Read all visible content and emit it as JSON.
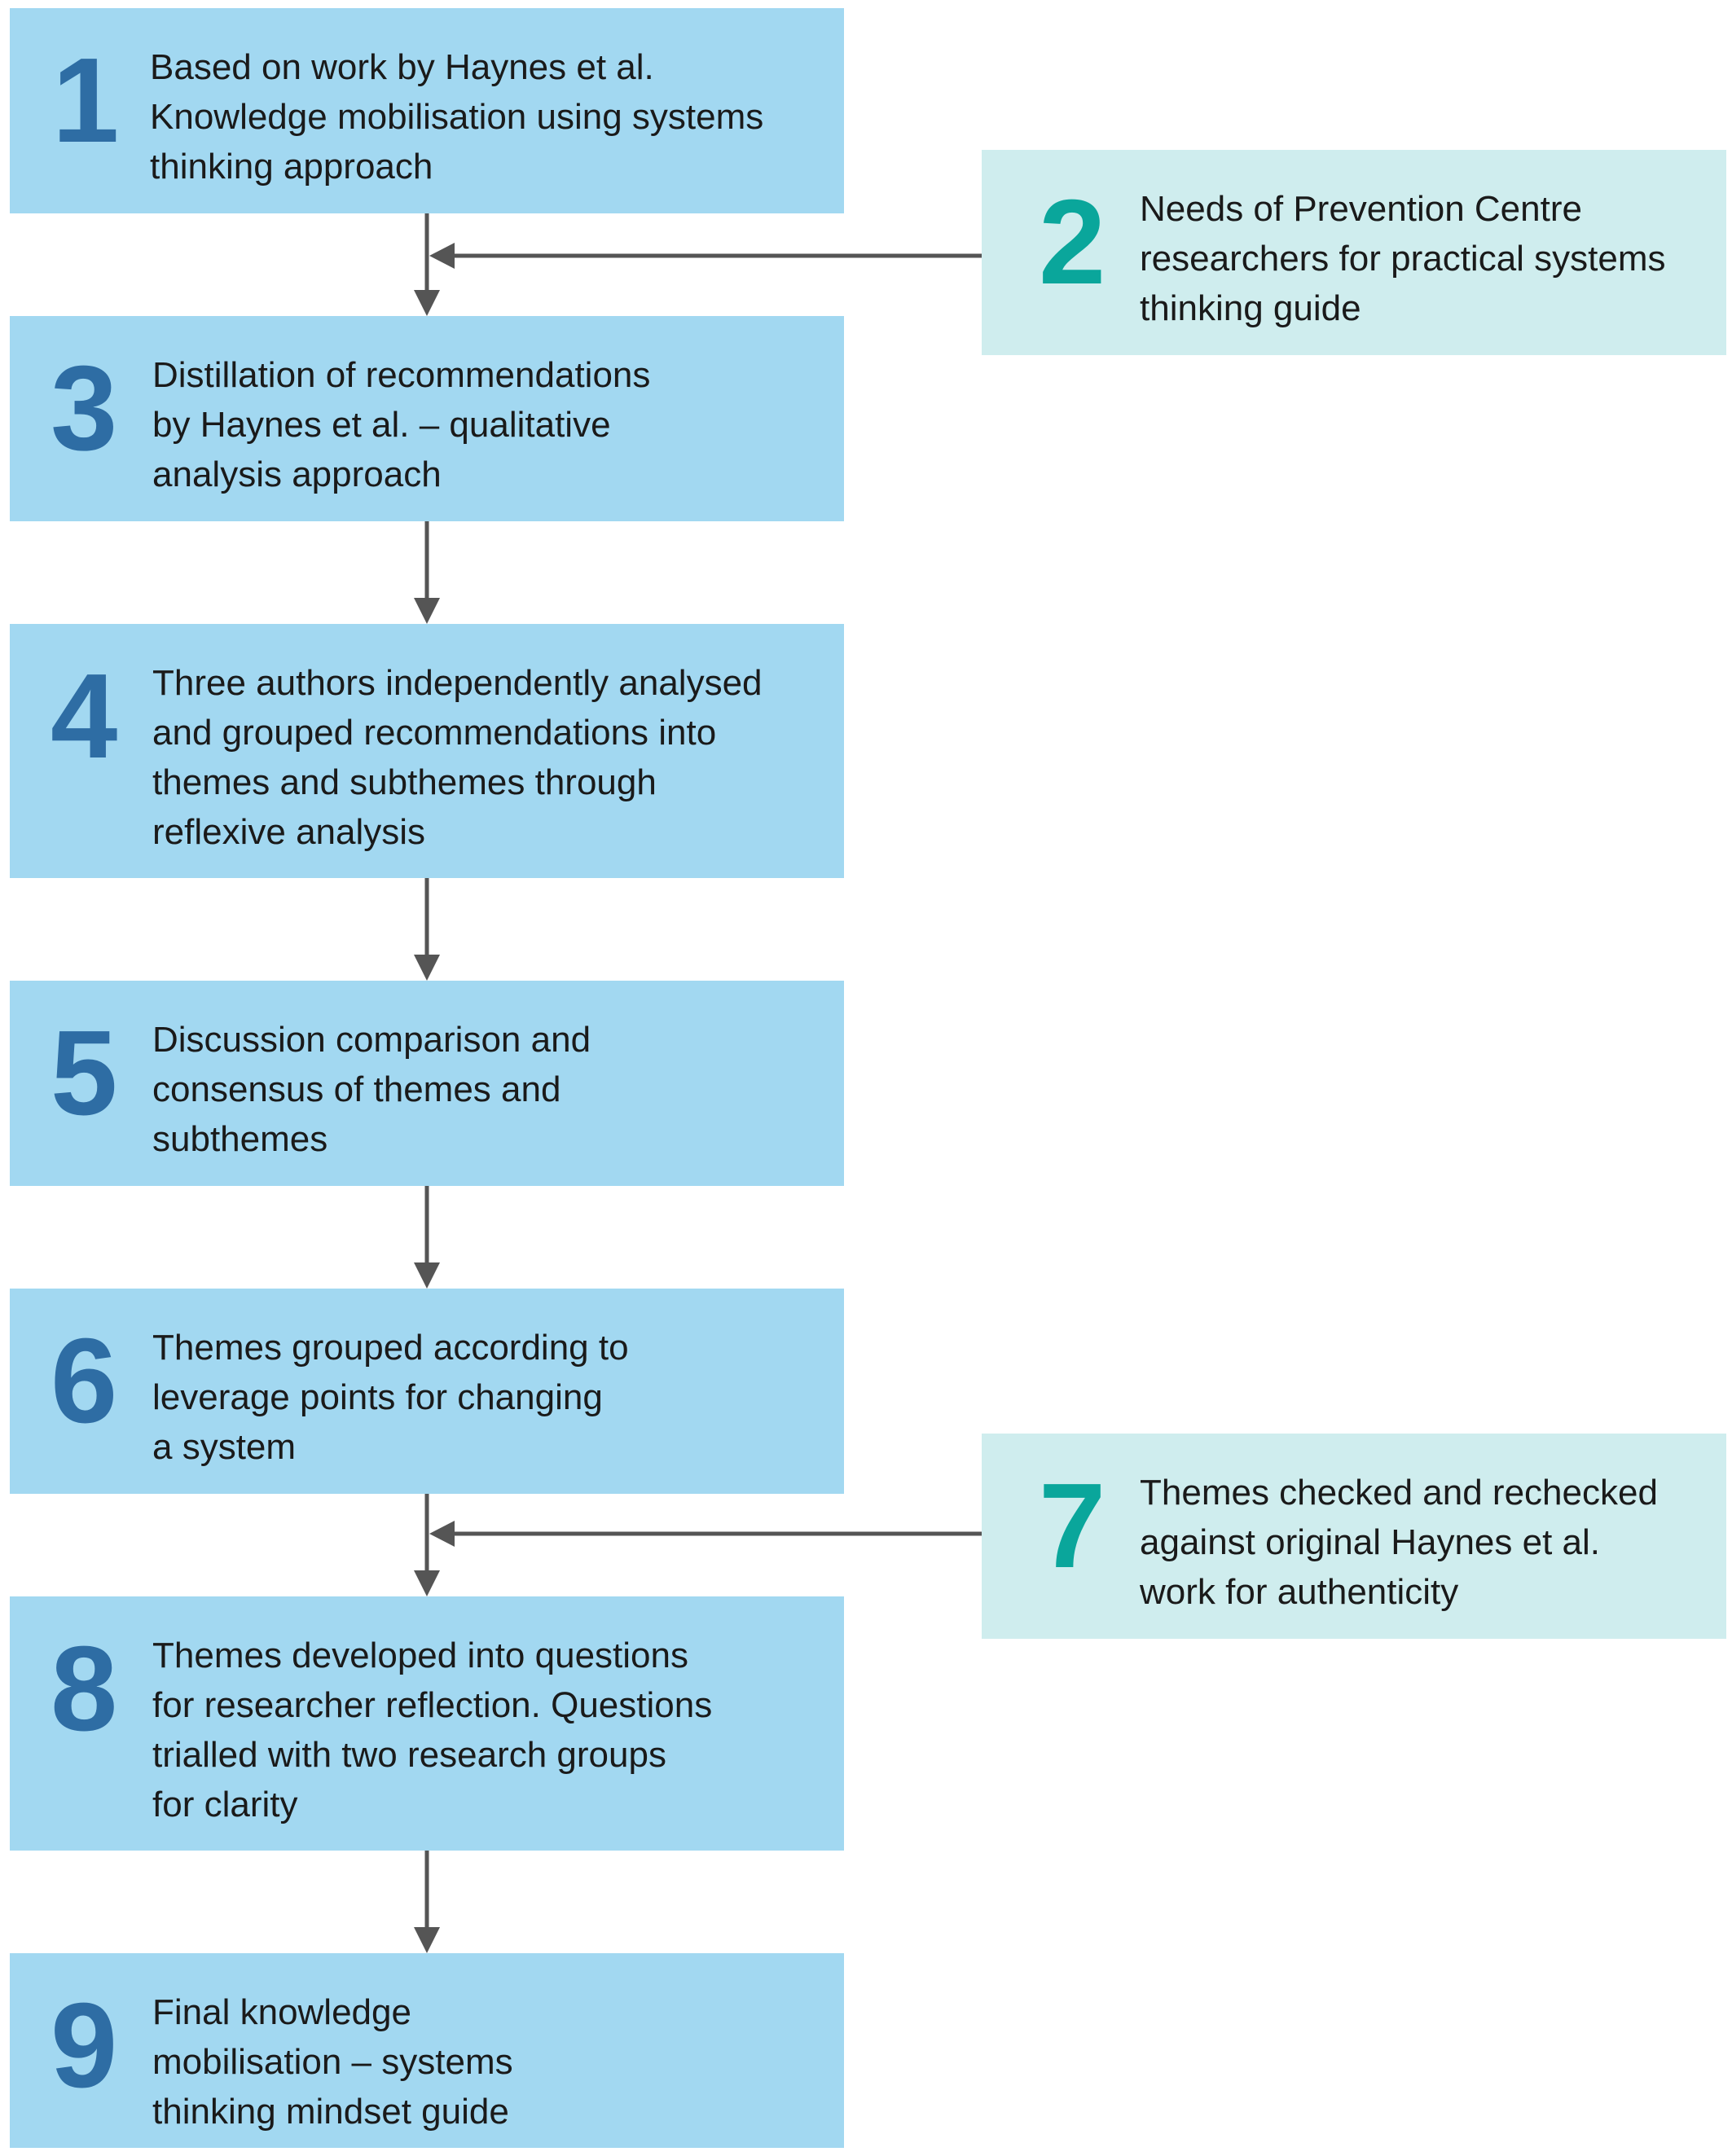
{
  "steps": [
    {
      "number": "1",
      "text": "Based on work by Haynes et al.\nKnowledge mobilisation using systems\nthinking approach"
    },
    {
      "number": "2",
      "text": "Needs of Prevention Centre\nresearchers for practical systems\nthinking guide"
    },
    {
      "number": "3",
      "text": "Distillation of recommendations\nby Haynes et al. – qualitative\nanalysis approach"
    },
    {
      "number": "4",
      "text": "Three authors independently analysed\nand grouped recommendations into\nthemes and subthemes through\nreflexive analysis"
    },
    {
      "number": "5",
      "text": "Discussion comparison and\nconsensus of themes and\nsubthemes"
    },
    {
      "number": "6",
      "text": "Themes grouped according to\nleverage points for changing\na system"
    },
    {
      "number": "7",
      "text": "Themes checked and rechecked\nagainst original Haynes et al.\nwork for authenticity"
    },
    {
      "number": "8",
      "text": "Themes developed into questions\nfor researcher reflection. Questions\ntrialled with two research groups\nfor clarity"
    },
    {
      "number": "9",
      "text": "Final knowledge\nmobilisation – systems\nthinking mindset guide"
    }
  ],
  "colors": {
    "main_box": "#a2d8f1",
    "side_box": "#cfedee",
    "main_number": "#2e6da4",
    "side_number": "#0aa69b",
    "arrow": "#555555"
  }
}
